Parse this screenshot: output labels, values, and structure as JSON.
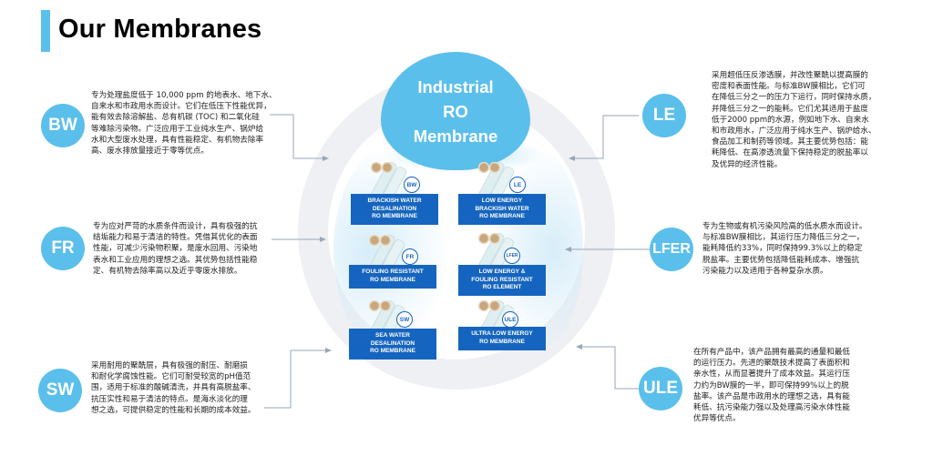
{
  "header": {
    "title": "Our Membranes",
    "accent_color": "#5bbfec"
  },
  "hub": {
    "lines": [
      "Industrial",
      "RO",
      "Membrane"
    ],
    "color": "#5bbfec"
  },
  "products": [
    {
      "code": "BW",
      "lines": [
        "BRACKISH WATER",
        "DESALINATION",
        "RO MEMBRANE"
      ]
    },
    {
      "code": "LE",
      "lines": [
        "LOW ENERGY",
        "BRACKISH WATER",
        "RO MEMBRANE"
      ]
    },
    {
      "code": "FR",
      "lines": [
        "FOULING RESISTANT",
        "RO MEMBRANE"
      ]
    },
    {
      "code": "LFER",
      "lines": [
        "LOW ENERGY &",
        "FOULING RESISTANT",
        "RO ELEMENT"
      ]
    },
    {
      "code": "SW",
      "lines": [
        "SEA WATER",
        "DESALINATION",
        "RO MEMBRANE"
      ]
    },
    {
      "code": "ULE",
      "lines": [
        "ULTRA LOW ENERGY",
        "RO MEMBRANE"
      ]
    }
  ],
  "product_label_color": "#1565c0",
  "nodes": {
    "bw": {
      "label": "BW",
      "description": [
        "专为处理盐度低于 10,000 ppm 的地表水、地下水、",
        "自来水和市政用水而设计。它们在低压下性能优异，",
        "能有效去除溶解盐、总有机碳 (TOC) 和二氧化硅",
        "等难除污染物。广泛应用于工业纯水生产、锅炉给",
        "水和大型废水处理，具有性能稳定、有机物去除率",
        "高、废水排放量接近于零等优点。"
      ]
    },
    "fr": {
      "label": "FR",
      "description": [
        "专为应对严苛的水质条件而设计，具有极强的抗",
        "结垢能力和易于清洁的特性。凭借其优化的表面",
        "性能，可减少污染物积聚，是废水回用、污染地",
        "表水和工业应用的理想之选。其优势包括性能稳",
        "定、有机物去除率高以及近乎零废水排放。"
      ]
    },
    "sw": {
      "label": "SW",
      "description": [
        "采用耐用的聚酰层，具有极强的耐压、耐磨损",
        "和耐化学腐蚀性能。它们可耐受较宽的pH值范",
        "围，适用于标准的酸碱清洗，并具有高脱盐率、",
        "抗压实性和易于清洁的特点。是海水淡化的理",
        "想之选，可提供稳定的性能和长期的成本效益。"
      ]
    },
    "le": {
      "label": "LE",
      "description": [
        "采用超低压反渗透膜，并改性聚酰以提高膜的",
        "密度和表面性能。与标准BW膜相比，它们可",
        "在降低三分之一的压力下运行，同时保持水质，",
        "并降低三分之一的能耗。它们尤其适用于盐度",
        "低于2000 ppm的水源，例如地下水、自来水",
        "和市政用水，广泛应用于纯水生产、锅炉给水、",
        "食品加工和制药等领域。其主要优势包括：能",
        "耗降低、在高渗透流量下保持稳定的脱盐率以",
        "及优异的经济性能。"
      ]
    },
    "lfer": {
      "label": "LFER",
      "description": [
        "专为生物或有机污染风险高的低水质水而设计。",
        "与标准BW膜相比，其运行压力降低三分之一，",
        "能耗降低约33%，同时保持99.3%以上的稳定",
        "脱盐率。主要优势包括降低能耗成本、增强抗",
        "污染能力以及适用于各种复杂水质。"
      ]
    },
    "ule": {
      "label": "ULE",
      "description": [
        "在所有产品中，该产品拥有最高的通量和最低",
        "的运行压力。先进的聚酰技术提高了表面积和",
        "亲水性，从而显著提升了成本效益。其运行压",
        "力约为BW膜的一半，即可保持99%以上的脱",
        "盐率。该产品是市政用水的理想之选，具有能",
        "耗低、抗污染能力强以及处理高污染水体性能",
        "优异等优点。"
      ]
    }
  },
  "node_color": "#5bbfec",
  "connector_color": "#9aa6b4"
}
